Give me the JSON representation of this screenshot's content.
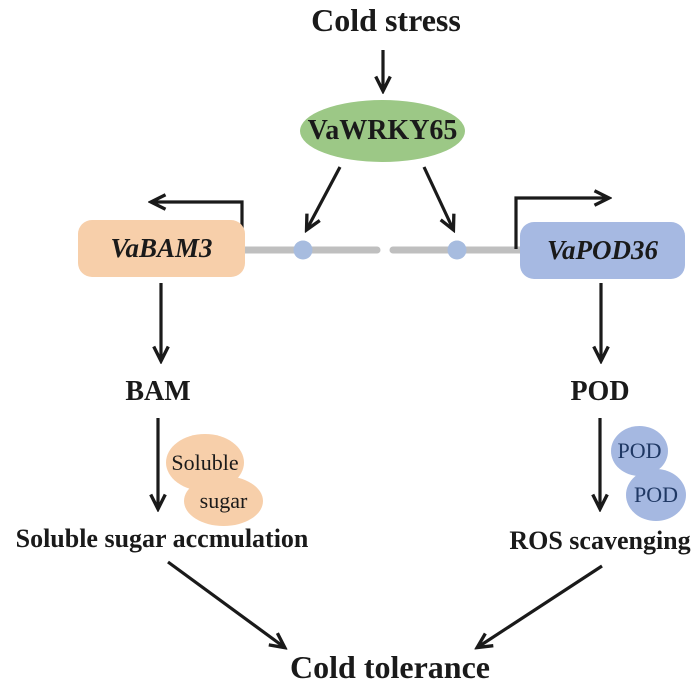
{
  "diagram": {
    "top": {
      "stimulus": "Cold stress",
      "transcription_factor": "VaWRKY65"
    },
    "left_pathway": {
      "gene": "VaBAM3",
      "enzyme": "BAM",
      "metabolite_blobs": [
        "Soluble",
        "sugar"
      ],
      "outcome": "Soluble sugar accmulation"
    },
    "right_pathway": {
      "gene": "VaPOD36",
      "enzyme": "POD",
      "protein_blobs": [
        "POD",
        "POD"
      ],
      "outcome": "ROS scavenging"
    },
    "final_outcome": "Cold tolerance"
  },
  "colors": {
    "text_color": "#1a1a1a",
    "arrow_color": "#1a1a1a",
    "tf_fill": "#9cc886",
    "gene_left_fill": "#f7cfaa",
    "gene_right_fill": "#a6b9e2",
    "blob_left_fill": "#f7cfaa",
    "blob_right_fill": "#a5b8e1",
    "pod_text": "#1f3864",
    "dna_strand": "#bfbfbf",
    "binding_dot": "#a7bcdf"
  }
}
